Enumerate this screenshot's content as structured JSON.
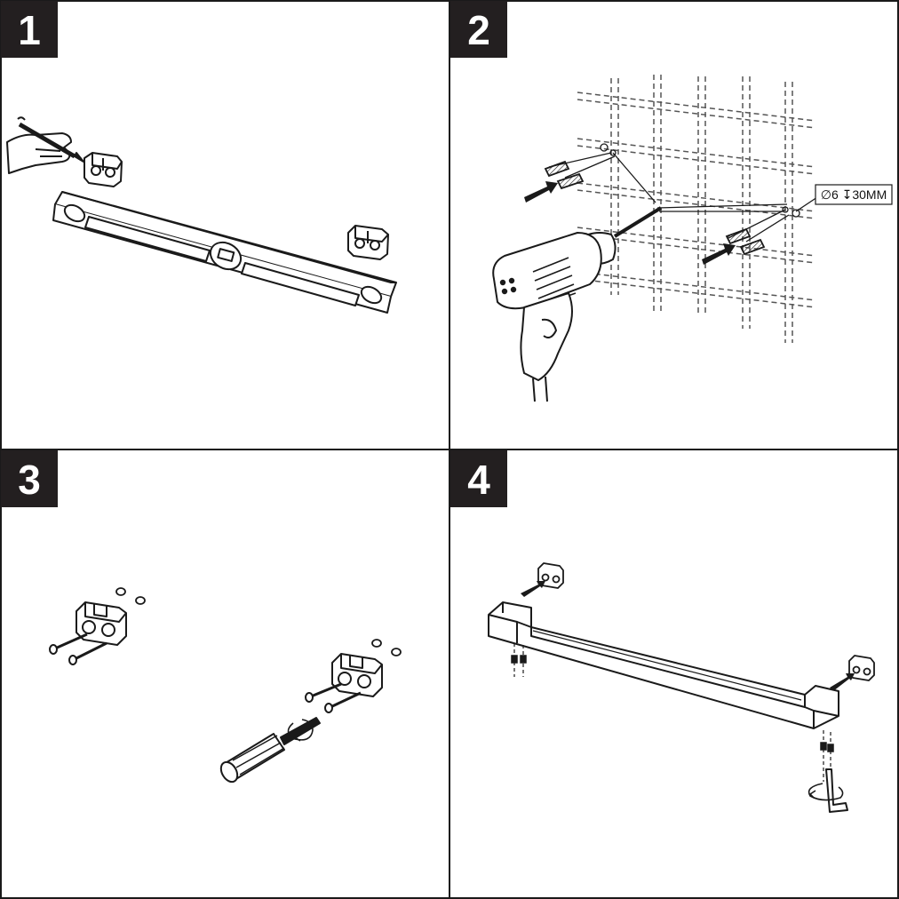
{
  "colors": {
    "line": "#1a1a1a",
    "badge": "#231f20",
    "badge_text": "#ffffff",
    "grid": "#555555",
    "background": "#ffffff"
  },
  "steps": [
    {
      "number": "1",
      "icons": [
        "pen-hand-icon",
        "mounting-bracket-icon",
        "spirit-level-icon"
      ]
    },
    {
      "number": "2",
      "icons": [
        "drill-icon",
        "wall-plug-icon",
        "arrow-icon"
      ],
      "spec_label": "∅6 ↧30MM"
    },
    {
      "number": "3",
      "icons": [
        "mounting-bracket-icon",
        "screw-icon",
        "washer-icon",
        "screwdriver-icon",
        "rotate-icon"
      ]
    },
    {
      "number": "4",
      "icons": [
        "towel-bar-icon",
        "set-screw-icon",
        "hex-key-icon",
        "rotate-icon"
      ]
    }
  ]
}
